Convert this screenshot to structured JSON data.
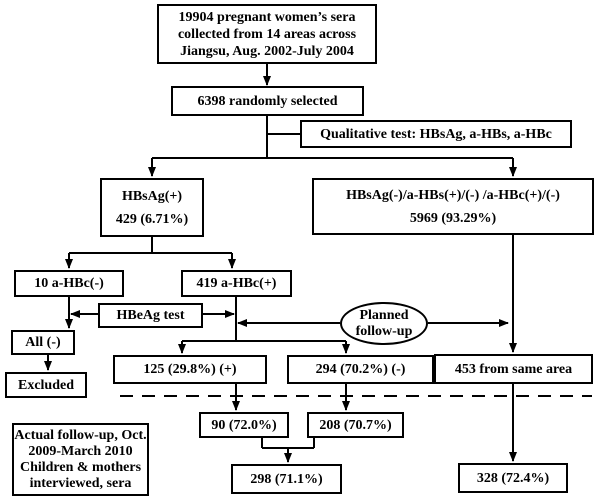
{
  "boxes": {
    "sera": [
      "19904 pregnant women’s sera",
      "collected from 14 areas across",
      "Jiangsu, Aug. 2002-July 2004"
    ],
    "random": "6398 randomly selected",
    "qual_test": "Qualitative test: HBsAg, a-HBs, a-HBc",
    "hbsag_pos": [
      "HBsAg(+)",
      "429 (6.71%)"
    ],
    "hbsag_neg": [
      "HBsAg(-)/a-HBs(+)/(-) /a-HBc(+)/(-)",
      "5969 (93.29%)"
    ],
    "ahbc_neg": "10 a-HBc(-)",
    "ahbc_pos": "419 a-HBc(+)",
    "hbeag_test": "HBeAg test",
    "planned": [
      "Planned",
      "follow-up"
    ],
    "all_neg": "All (-)",
    "excluded": "Excluded",
    "hbeag_pos": "125 (29.8%) (+)",
    "hbeag_neg": "294 (70.2%) (-)",
    "same_area": "453 from same area",
    "actual_note": [
      "Actual follow-up, Oct.",
      "2009-March 2010",
      "Children & mothers",
      "interviewed, sera"
    ],
    "fu_pos": "90 (72.0%)",
    "fu_neg": "208 (70.7%)",
    "total_fu": "298 (71.1%)",
    "same_area_fu": "328 (72.4%)"
  }
}
